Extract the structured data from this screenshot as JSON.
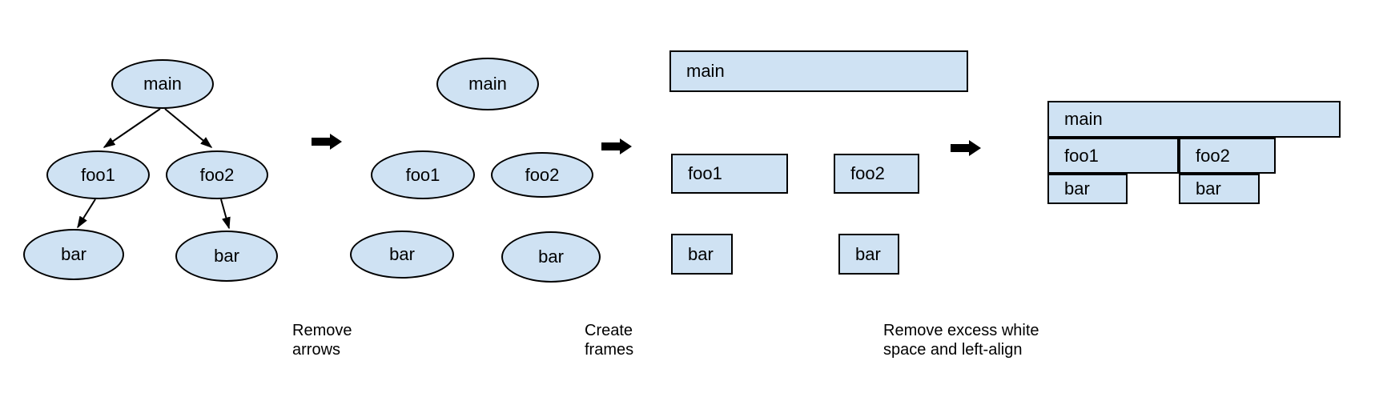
{
  "colors": {
    "background": "#ffffff",
    "node_fill": "#cfe2f3",
    "node_border": "#000000",
    "arrow": "#000000",
    "text": "#000000"
  },
  "stage1_call_tree": {
    "main": "main",
    "foo1": "foo1",
    "foo2": "foo2",
    "bar_left": "bar",
    "bar_right": "bar"
  },
  "stage2_arrows_removed": {
    "main": "main",
    "foo1": "foo1",
    "foo2": "foo2",
    "bar_left": "bar",
    "bar_right": "bar"
  },
  "stage3_frames": {
    "main": "main",
    "foo1": "foo1",
    "foo2": "foo2",
    "bar_left": "bar",
    "bar_right": "bar"
  },
  "stage4_flame_graph": {
    "main": "main",
    "foo1": "foo1",
    "foo2": "foo2",
    "bar_left": "bar",
    "bar_right": "bar"
  },
  "captions": {
    "step1": "Remove\narrows",
    "step2": "Create\nframes",
    "step3": "Remove excess white\nspace and left-align"
  }
}
